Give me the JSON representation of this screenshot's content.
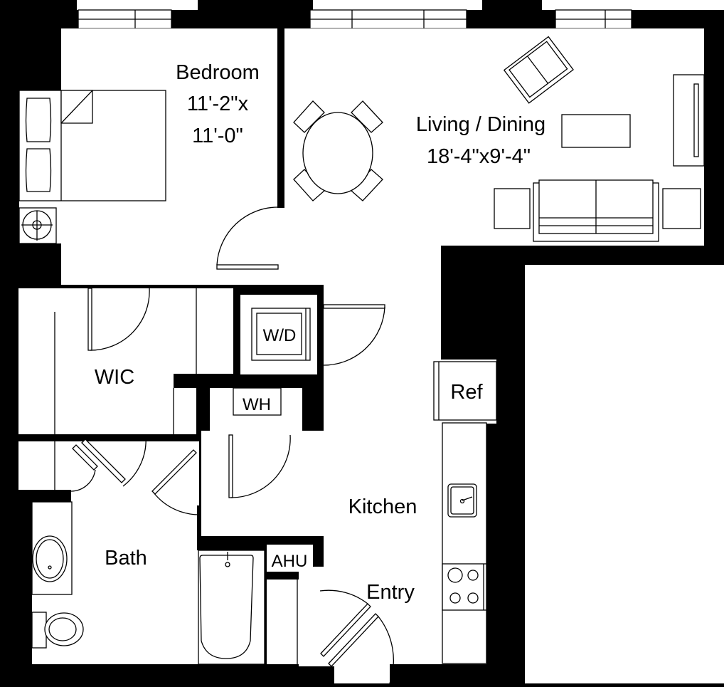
{
  "plan": {
    "type": "apartment-floor-plan",
    "colors": {
      "wall": "#000000",
      "floor": "#ffffff",
      "line": "#000000"
    }
  },
  "rooms": {
    "bedroom": {
      "name": "Bedroom",
      "dim_line1": "11'-2\"x",
      "dim_line2": "11'-0\""
    },
    "living": {
      "name": "Living / Dining",
      "dims": "18'-4\"x9'-4\""
    },
    "wic": {
      "name": "WIC"
    },
    "kitchen": {
      "name": "Kitchen"
    },
    "bath": {
      "name": "Bath"
    },
    "entry": {
      "name": "Entry"
    }
  },
  "fixtures": {
    "washer_dryer": "W/D",
    "water_heater": "WH",
    "refrigerator": "Ref",
    "air_handler": "AHU"
  }
}
